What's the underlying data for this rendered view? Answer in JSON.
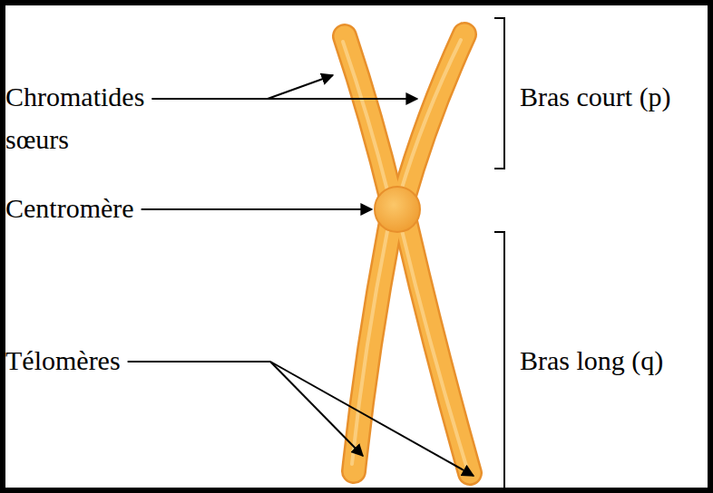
{
  "diagram": {
    "labels": [
      "Chromatides sœurs",
      "Centromère",
      "Télomères",
      "Bras court (p)",
      "Bras long (q)"
    ]
  }
}
